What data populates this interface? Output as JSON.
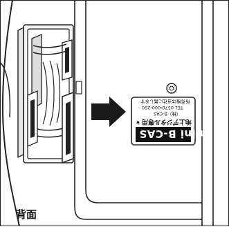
{
  "caption": {
    "back_label": "背面"
  },
  "card": {
    "brand": "mini B-CAS",
    "usage": "地上デジタル専用",
    "company": "（株）B-CAS",
    "tel": "TEL 0570-000-250",
    "notice": "所有権は当社に属します",
    "star": "★"
  },
  "arrow": {
    "direction": "right"
  }
}
